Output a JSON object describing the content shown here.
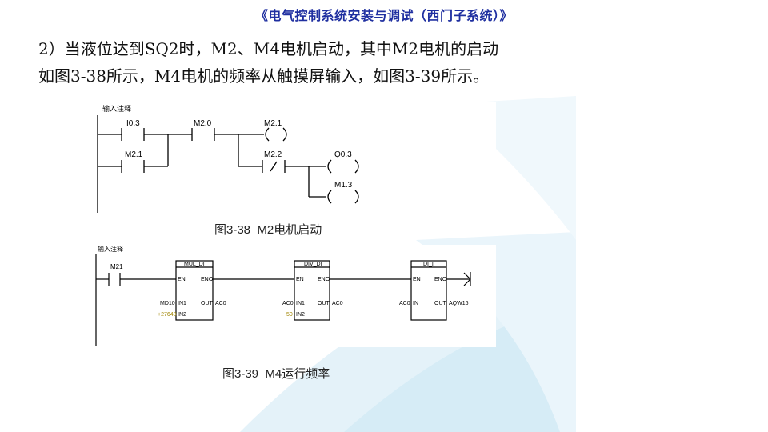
{
  "header": {
    "title": "《电气控制系统安装与调试（西门子系统）》"
  },
  "paragraph": {
    "line1": "2）当液位达到SQ2时，M2、M4电机启动，其中M2电机的启动",
    "line2": "如图3-38所示，M4电机的频率从触摸屏输入，如图3-39所示。"
  },
  "figure1": {
    "comment": "输入注释",
    "contacts": {
      "i03": "I0.3",
      "m20": "M2.0",
      "m21": "M2.1",
      "m22": "M2.2"
    },
    "coils": {
      "m21": "M2.1",
      "q03": "Q0.3",
      "m13": "M1.3"
    },
    "not_symbol": "/",
    "caption_prefix": "图3-38",
    "caption_text": "M2电机启动"
  },
  "figure2": {
    "comment": "输入注释",
    "contact": "M21",
    "blocks": [
      {
        "name": "MUL_DI",
        "en": "EN",
        "eno": "ENO",
        "in1": "IN1",
        "in2": "IN2",
        "out": "OUT",
        "in1_val": "MD10",
        "in2_val": "+27648",
        "out_val": "AC0"
      },
      {
        "name": "DIV_DI",
        "en": "EN",
        "eno": "ENO",
        "in1": "IN1",
        "in2": "IN2",
        "out": "OUT",
        "in1_val": "AC0",
        "in2_val": "50",
        "out_val": "AC0"
      },
      {
        "name": "DI_I",
        "en": "EN",
        "eno": "ENO",
        "in1": "IN",
        "out": "OUT",
        "in1_val": "AC0",
        "out_val": "AQW16"
      }
    ],
    "caption_prefix": "图3-39",
    "caption_text": "M4运行频率"
  },
  "colors": {
    "header": "#1f2fa0",
    "swoosh": "#d6ecf6",
    "const_value": "#a08400"
  }
}
